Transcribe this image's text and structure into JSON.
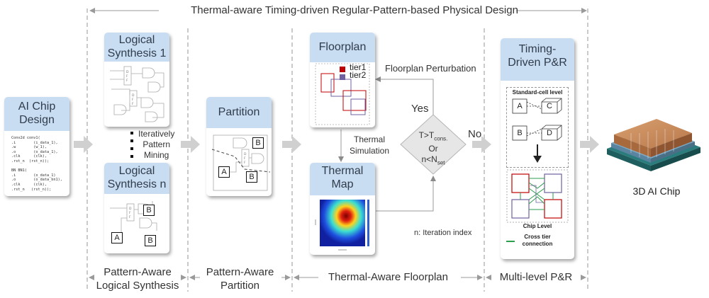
{
  "title": "Thermal-aware Timing-driven Regular-Pattern-based Physical Design",
  "input_card": {
    "title_line1": "AI Chip",
    "title_line2": "Design",
    "code": [
      "Conv2d conv1(",
      ".i        (i_data_1),",
      ".w        (w_1),",
      ".o        (o_data_1),",
      ".clk      (clk),",
      ".rst_n  (rst_n));",
      "",
      "BN BN1(",
      ".i        (o_data_1)",
      ".o        (o_data_bn1),",
      ".clk      (clk),",
      ".rst_n   (rst_n));"
    ]
  },
  "synthesis": {
    "card1_line1": "Logical",
    "card1_line2": "Synthesis 1",
    "cardn_line1": "Logical",
    "cardn_line2": "Synthesis n",
    "mining_line1": "Iteratively",
    "mining_line2": "Pattern",
    "mining_line3": "Mining",
    "dff_text": "D\nF\nF",
    "box_a": "A",
    "box_b": "B"
  },
  "partition": {
    "title": "Partition",
    "box_a": "A",
    "box_b": "B"
  },
  "floorplan": {
    "title": "Floorplan",
    "legend_tier1": "tier1",
    "legend_tier2": "tier2",
    "perturbation": "Floorplan Perturbation",
    "yes": "Yes",
    "no": "No",
    "cond_line1": "T>T",
    "cond_sub1": "cons.",
    "cond_line2": "Or",
    "cond_line3": "n<N",
    "cond_sub3": "set",
    "sim_line1": "Thermal",
    "sim_line2": "Simulation",
    "thermal_line1": "Thermal",
    "thermal_line2": "Map",
    "iteration_note": "n: Iteration index"
  },
  "pnr": {
    "title_line1": "Timing-",
    "title_line2": "Driven P&R",
    "std_cell": "Standard-cell level",
    "box_a": "A",
    "box_c": "C",
    "box_b": "B",
    "box_d": "D",
    "chip_level": "Chip Level",
    "cross_line1": "Cross tier",
    "cross_line2": "connection"
  },
  "output": {
    "label": "3D AI Chip"
  },
  "stages": [
    {
      "line1": "Pattern-Aware",
      "line2": "Logical Synthesis"
    },
    {
      "line1": "Pattern-Aware",
      "line2": "Partition"
    },
    {
      "line1": "Thermal-Aware Floorplan",
      "line2": ""
    },
    {
      "line1": "Multi-level P&R",
      "line2": ""
    }
  ],
  "colors": {
    "card_header": "#c9ddf2",
    "tier1": "#c00000",
    "tier2": "#7060a0",
    "arrow_gray": "#c8c8c8",
    "cross_tier": "#2e9e4f"
  }
}
